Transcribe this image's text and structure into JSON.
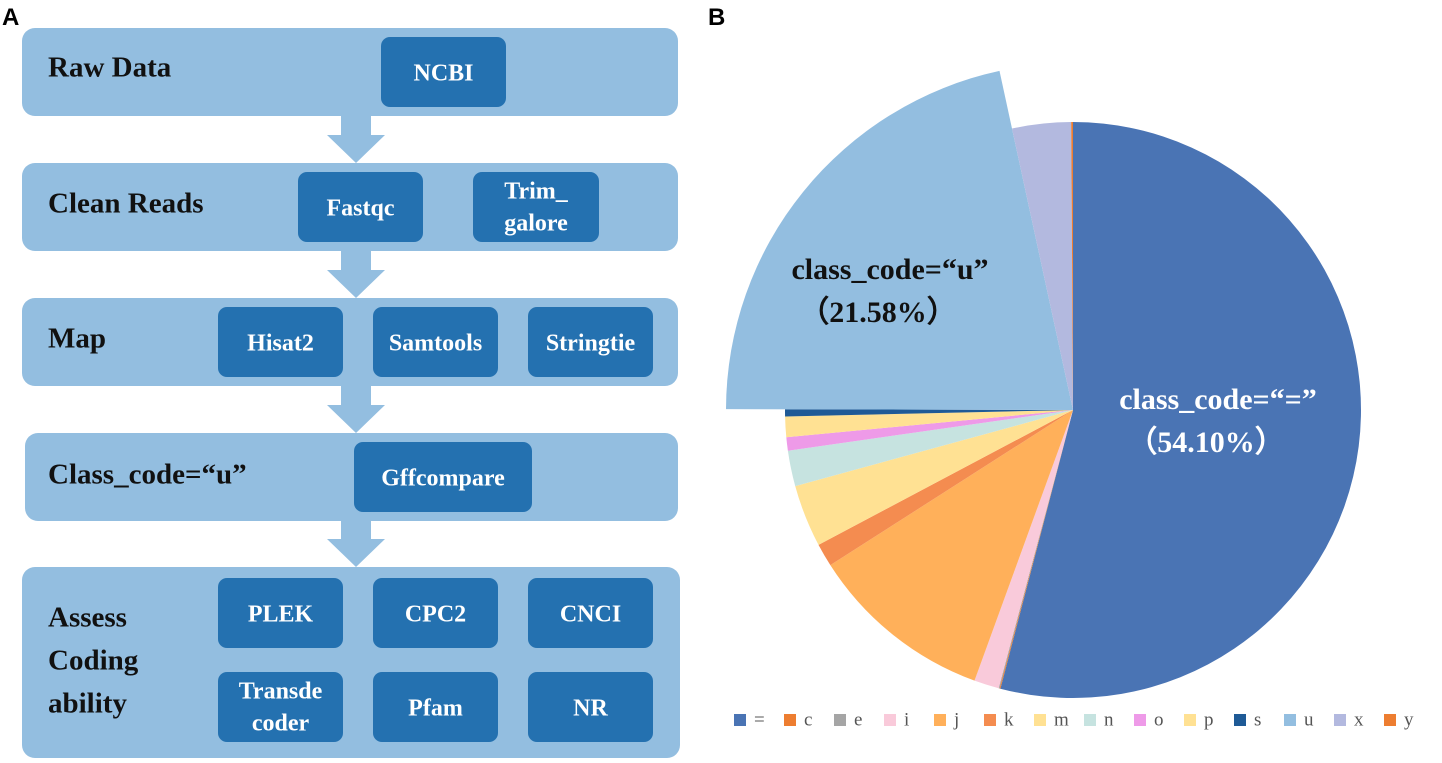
{
  "panel_a": {
    "label": "A",
    "colors": {
      "stage": "#93BEE0",
      "tool": "#2471B0",
      "arrow": "#93BEE0",
      "stage_text": "#111111",
      "tool_text": "#ffffff"
    },
    "stages": [
      {
        "title": "Raw Data",
        "tools": [
          "NCBI"
        ]
      },
      {
        "title": "Clean Reads",
        "tools": [
          "Fastqc",
          "Trim_ galore"
        ]
      },
      {
        "title": "Map",
        "tools": [
          "Hisat2",
          "Samtools",
          "Stringtie"
        ]
      },
      {
        "title": "Class_code=“u”",
        "tools": [
          "Gffcompare"
        ]
      },
      {
        "title": "Assess Coding ability",
        "tools": [
          "PLEK",
          "CPC2",
          "CNCI",
          "Transde coder",
          "Pfam",
          "NR"
        ]
      }
    ]
  },
  "panel_b": {
    "label": "B",
    "chart_data": {
      "type": "pie",
      "title": "",
      "slices": [
        {
          "name": "=",
          "value": 54.1,
          "color": "#4A74B4"
        },
        {
          "name": "c",
          "value": 0.05,
          "color": "#ED7D31"
        },
        {
          "name": "e",
          "value": 0.05,
          "color": "#A5A5A5"
        },
        {
          "name": "i",
          "value": 1.4,
          "color": "#F9CADA"
        },
        {
          "name": "j",
          "value": 10.4,
          "color": "#FFB05A"
        },
        {
          "name": "k",
          "value": 1.3,
          "color": "#F48C50"
        },
        {
          "name": "m",
          "value": 3.5,
          "color": "#FFE193"
        },
        {
          "name": "n",
          "value": 2.0,
          "color": "#C6E3E0"
        },
        {
          "name": "o",
          "value": 0.75,
          "color": "#EE9AE8"
        },
        {
          "name": "p",
          "value": 1.15,
          "color": "#FFE193"
        },
        {
          "name": "s",
          "value": 0.4,
          "color": "#1F5A96"
        },
        {
          "name": "u",
          "value": 21.58,
          "color": "#93BEE0",
          "exploded": true
        },
        {
          "name": "x",
          "value": 3.3,
          "color": "#B3B9DF"
        },
        {
          "name": "y",
          "value": 0.1,
          "color": "#ED7D31"
        }
      ],
      "data_labels": [
        {
          "slice": "=",
          "line1": "class_code=“=”",
          "line2": "（54.10%）"
        },
        {
          "slice": "u",
          "line1": "class_code=“u”",
          "line2": "（21.58%）"
        }
      ],
      "legend_placement": "bottom",
      "legend": [
        "=",
        "c",
        "e",
        "i",
        "j",
        "k",
        "m",
        "n",
        "o",
        "p",
        "s",
        "u",
        "x",
        "y"
      ]
    }
  }
}
